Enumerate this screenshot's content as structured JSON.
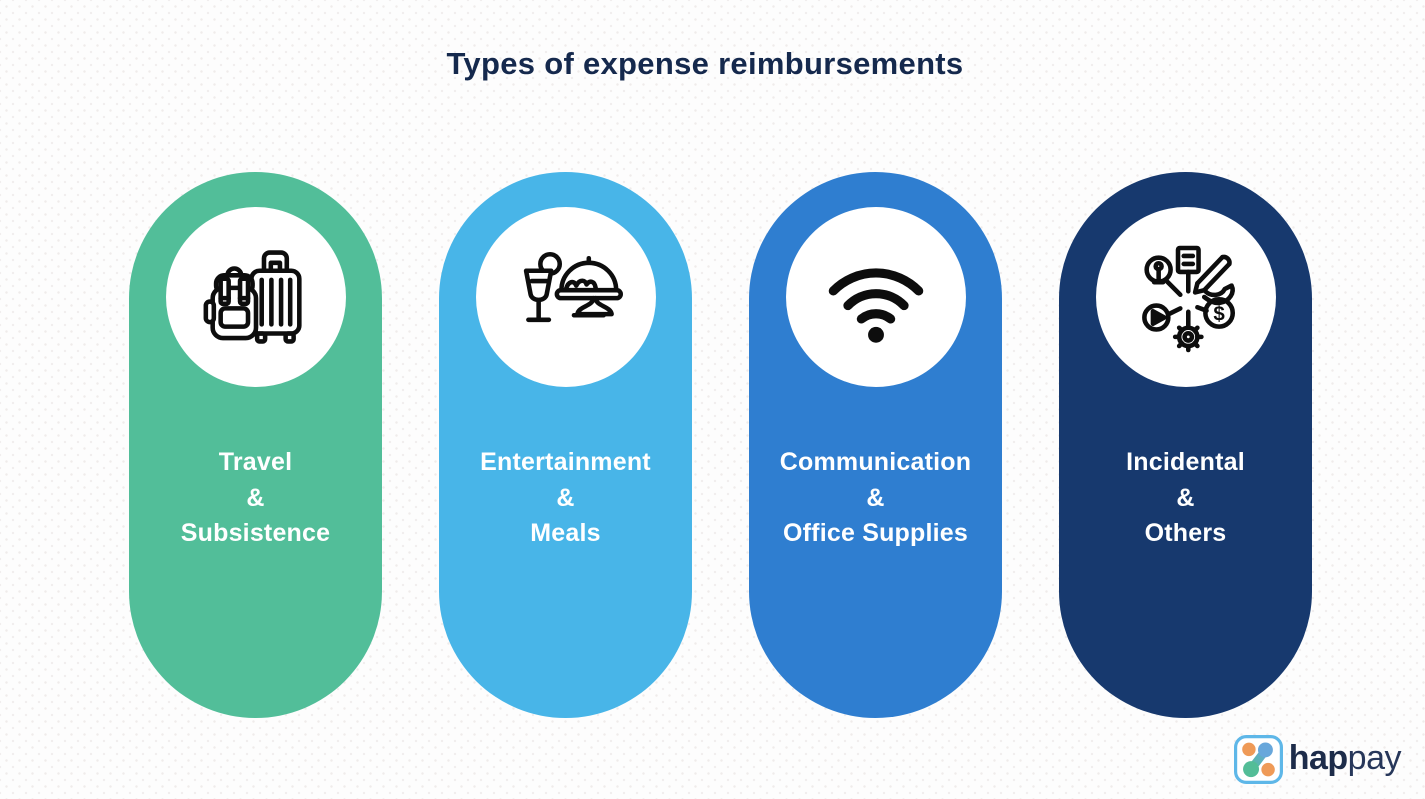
{
  "title": "Types of expense reimbursements",
  "cards": [
    {
      "label": "Travel\n&\nSubsistence",
      "icon": "luggage-icon",
      "color": "#52be99"
    },
    {
      "label": "Entertainment\n&\nMeals",
      "icon": "meal-icon",
      "color": "#48b5e8"
    },
    {
      "label": "Communication\n&\nOffice Supplies",
      "icon": "wifi-icon",
      "color": "#2f7ed0"
    },
    {
      "label": "Incidental\n&\nOthers",
      "icon": "miscellaneous-icon",
      "color": "#17396e"
    }
  ],
  "colors": {
    "title_text": "#15294d",
    "card_text": "#ffffff",
    "icon_circle": "#ffffff",
    "icon_stroke": "#0d0d0d",
    "background": "#fdfdfd",
    "logo_border": "#5eb7e8",
    "logo_orange": "#ef9a57",
    "logo_teal": "#53bd97",
    "logo_blue": "#68a7db",
    "logo_text": "#1d2c4a"
  },
  "logo": {
    "brand_bold": "hap",
    "brand_light": "pay"
  }
}
